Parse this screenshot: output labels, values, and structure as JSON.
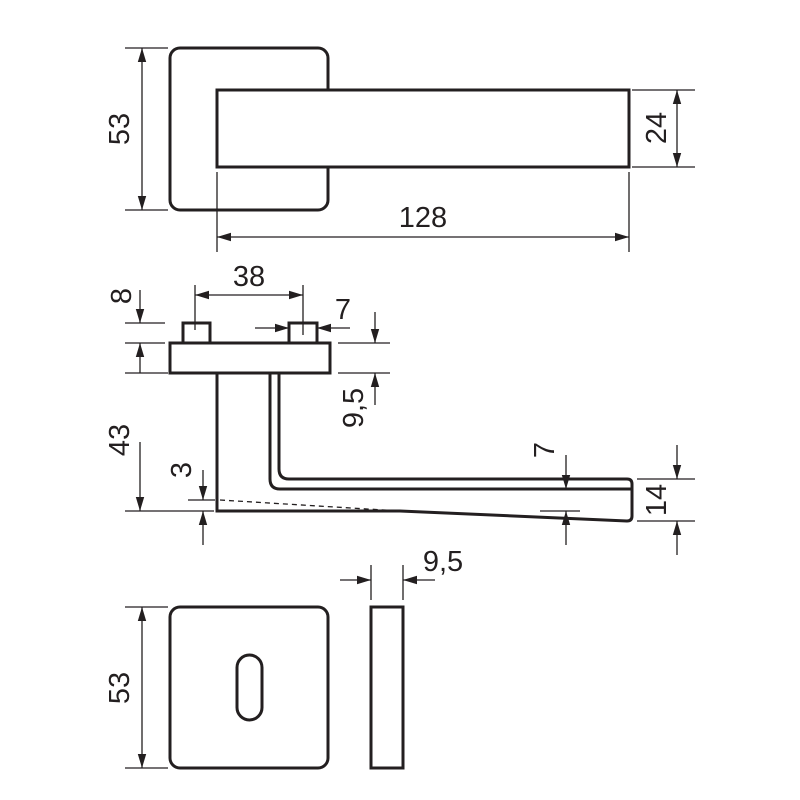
{
  "title": "Door lever handle technical drawing",
  "top_view": {
    "rosette_height": "53",
    "lever_height": "24",
    "lever_length": "128"
  },
  "side_view": {
    "spindle_spacing": "38",
    "pin_height": "8",
    "pin_width": "7",
    "rosette_thickness": "9,5",
    "lever_offset": "43",
    "taper": "3",
    "lever_inner": "7",
    "lever_end_height": "14"
  },
  "escutcheon": {
    "height": "53",
    "thickness": "9,5"
  },
  "colors": {
    "line": "#231f20",
    "background": "#ffffff"
  }
}
